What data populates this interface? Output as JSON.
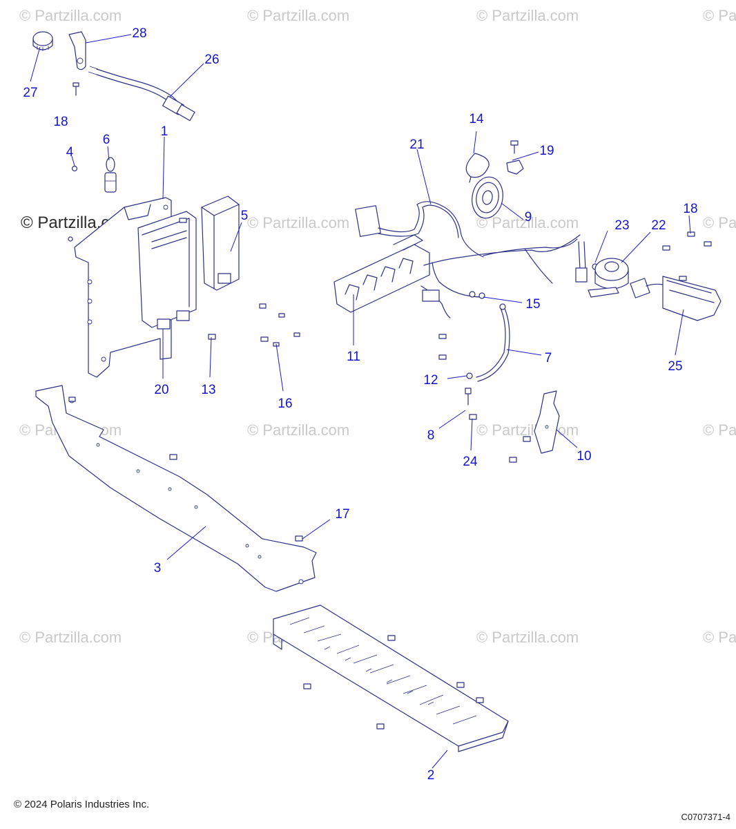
{
  "watermark": {
    "text": "© Partzilla.com",
    "prominent_text": "© Partzilla.com"
  },
  "callouts": [
    "1",
    "2",
    "3",
    "4",
    "5",
    "6",
    "7",
    "8",
    "9",
    "10",
    "11",
    "12",
    "13",
    "14",
    "15",
    "16",
    "17",
    "18",
    "19",
    "20",
    "21",
    "22",
    "23",
    "24",
    "25",
    "26",
    "27",
    "28"
  ],
  "callout_18_second": "18",
  "footer": {
    "copyright": "© 2024 Polaris Industries Inc.",
    "drawing_code": "C0707371-4"
  },
  "colors": {
    "line_art": "#2b2f8a",
    "callout_text": "#1414d0",
    "watermark": "#c9c9c9"
  }
}
